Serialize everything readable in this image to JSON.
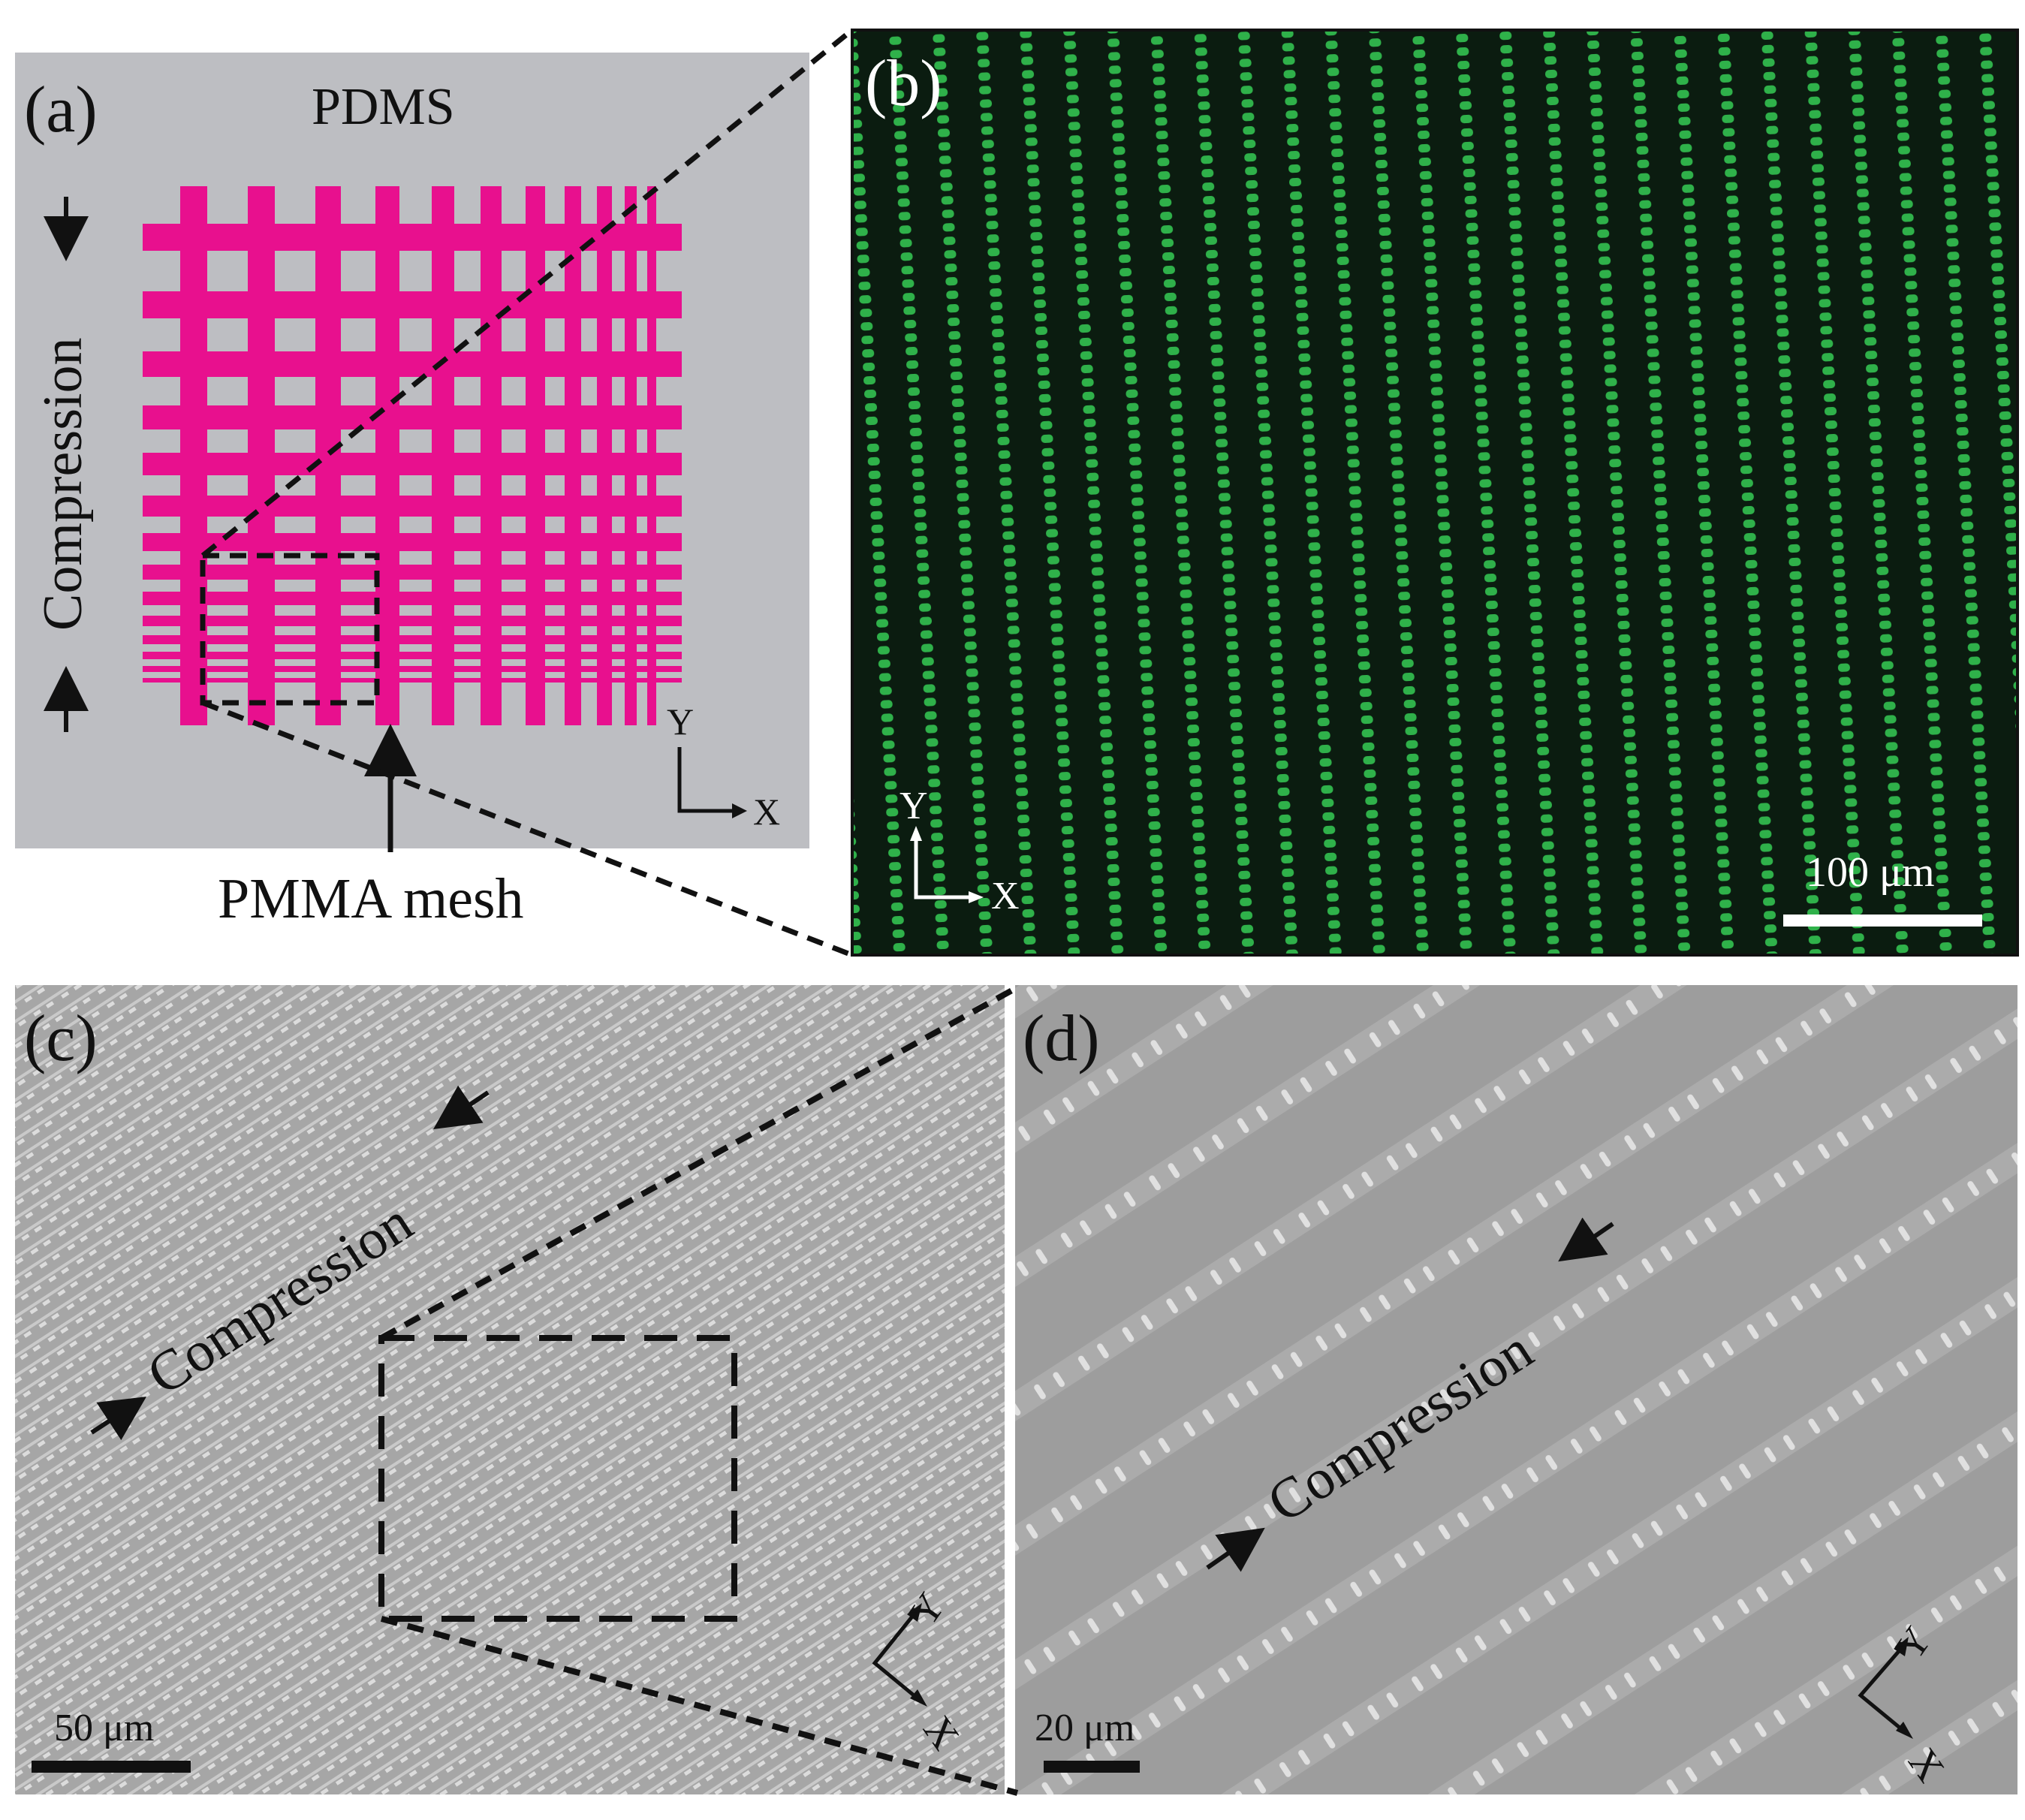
{
  "figure": {
    "panels": [
      {
        "label": "(a)",
        "material": "PDMS",
        "compression_label": "Compression",
        "mesh_label": "PMMA mesh",
        "axis_y": "Y",
        "axis_x": "X",
        "colors": {
          "background": "#bdbec2",
          "mesh": "#e8108e"
        }
      },
      {
        "label": "(b)",
        "axis_y": "Y",
        "axis_x": "X",
        "scale_bar": "100 μm",
        "colors": {
          "background": "#0a1a0f",
          "stripes": "#2fb14a"
        }
      },
      {
        "label": "(c)",
        "compression_label": "Compression",
        "axis_y": "Y",
        "axis_x": "X",
        "scale_bar": "50 μm",
        "colors": {
          "background": "#a9a9a9",
          "stripes": "#cfcfcf"
        }
      },
      {
        "label": "(d)",
        "compression_label": "Compression",
        "axis_y": "Y",
        "axis_x": "X",
        "scale_bar": "20 μm",
        "colors": {
          "background": "#9e9e9e",
          "stripes": "#d9d9d9"
        }
      }
    ]
  }
}
